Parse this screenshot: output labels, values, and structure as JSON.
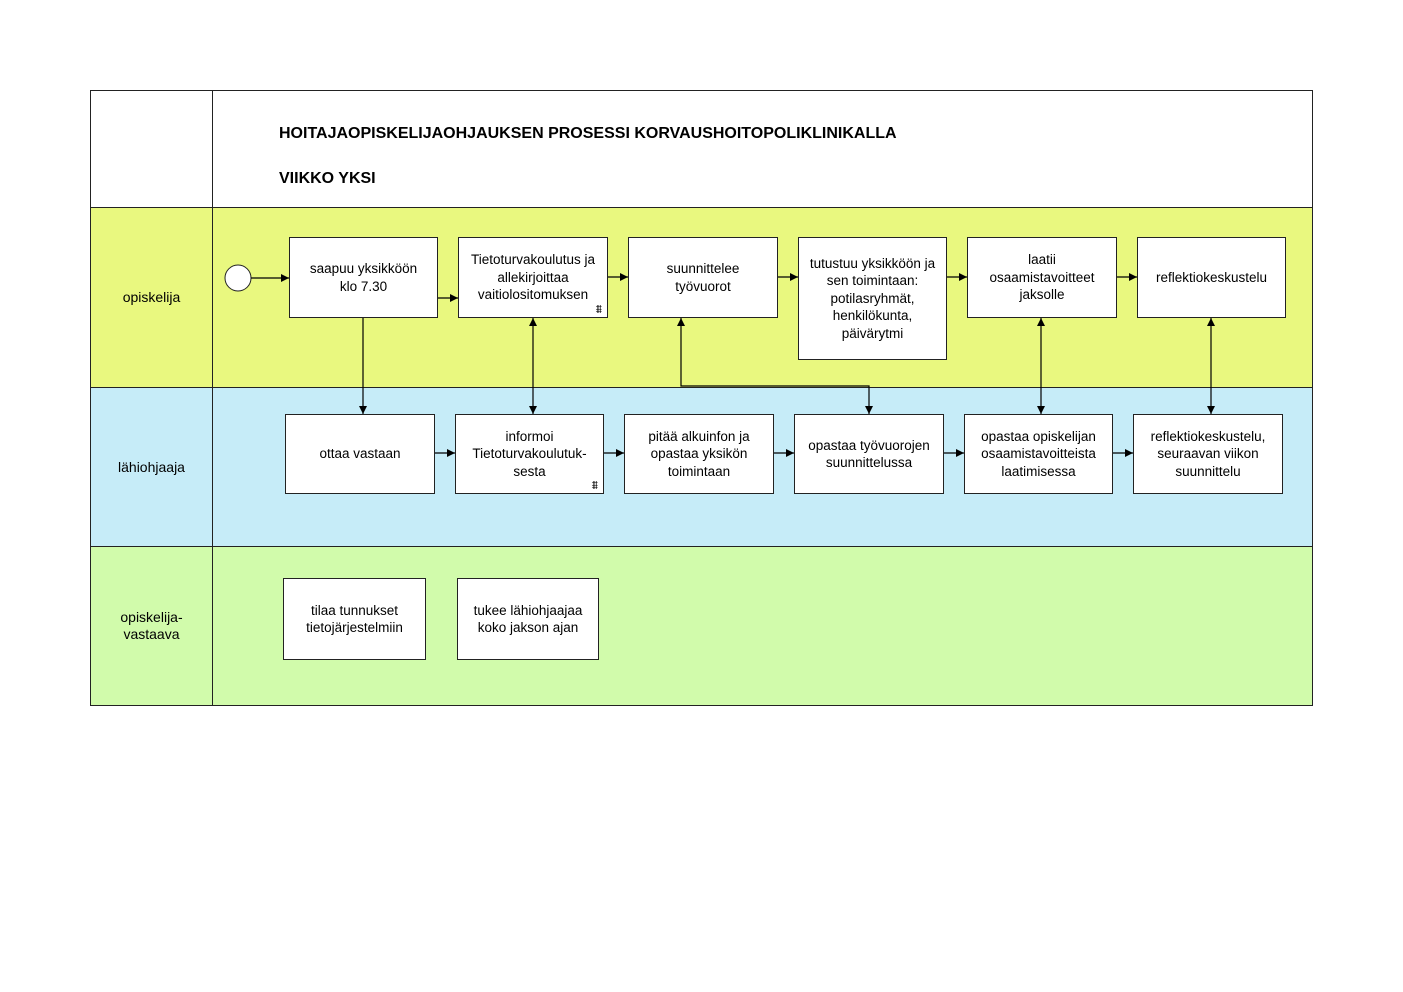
{
  "title": "HOITAJAOPISKELIJAOHJAUKSEN PROSESSI KORVAUSHOITOPOLIKLINIKALLA",
  "subtitle": "VIIKKO YKSI",
  "lanes": [
    {
      "label": "opiskelija",
      "color": "#e9f87f"
    },
    {
      "label": "lähiohjaaja",
      "color": "#c6ecf8"
    },
    {
      "label": "opiskelija-\nvastaava",
      "color": "#d1fbab"
    }
  ],
  "tasks": {
    "opiskelija": [
      "saapuu yksikköön\nklo 7.30",
      "Tietoturvakoulutus ja\nallekirjoittaa\nvaitiolositomuksen",
      "suunnittelee\ntyövuorot",
      "tutustuu yksikköön ja\nsen toimintaan:\npotilasryhmät,\nhenkilökunta,\npäivärytmi",
      "laatii\nosaamistavoitteet\njaksolle",
      "reflektiokeskustelu"
    ],
    "lahiohjaaja": [
      "ottaa vastaan",
      "informoi\nTietoturvakoulutuk-\nsesta",
      "pitää alkuinfon ja\nopastaa yksikön\ntoimintaan",
      "opastaa työvuorojen\nsuunnittelussa",
      "opastaa opiskelijan\nosaamistavoitteista\nlaatimisessa",
      "reflektiokeskustelu,\nseuraavan viikon\nsuunnittelu"
    ],
    "vastaava": [
      "tilaa tunnukset\ntietojärjestelmiin",
      "tukee lähiohjaajaa\nkoko jakson ajan"
    ]
  },
  "icons": {
    "start_event": "start-circle-icon",
    "loop_marker": "multi-instance-marker-icon"
  }
}
